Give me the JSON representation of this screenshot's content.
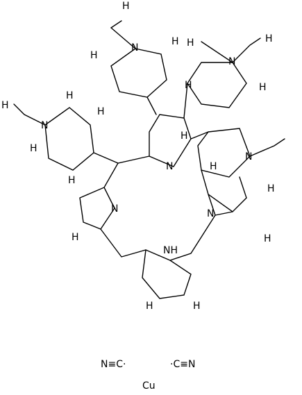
{
  "figure": {
    "atom_labels": {
      "n_methyl_top": "N",
      "n_methyl_top_right": "N",
      "n_methyl_left": "N",
      "n_methyl_right": "N",
      "n_pyrrole_center": "N",
      "n_pyrrole_left": "N",
      "n_pyrrole_right": "N",
      "nh_pyrrole_bottom": "NH",
      "h_a": "H",
      "h_b": "H",
      "h_c": "H",
      "h_d": "H",
      "h_e": "H",
      "h_f": "H",
      "h_g": "H",
      "h_h": "H",
      "h_i": "H",
      "h_j": "H",
      "h_k": "H",
      "h_l": "H",
      "h_m": "H",
      "h_n": "H",
      "h_o": "H",
      "h_p": "H",
      "h_q": "H",
      "h_r": "H",
      "h_s": "H"
    },
    "cyanide_left": "N≡C·",
    "cyanide_right": "·C≡N",
    "metal": "Cu",
    "glyph_n": "N",
    "glyph_c": "C"
  }
}
